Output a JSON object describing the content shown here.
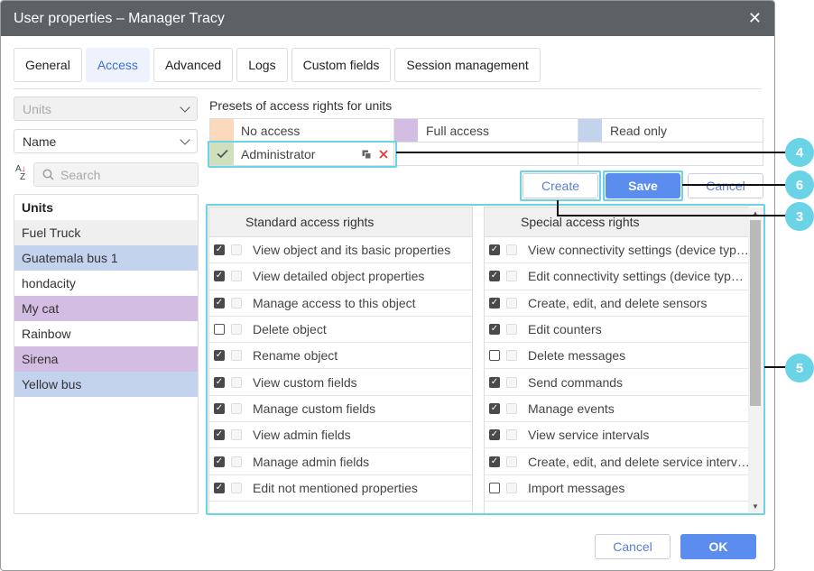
{
  "dialog": {
    "title": "User properties – Manager Tracy",
    "close_glyph": "✕"
  },
  "tabs": [
    "General",
    "Access",
    "Advanced",
    "Logs",
    "Custom fields",
    "Session management"
  ],
  "active_tab": "Access",
  "left": {
    "type_select": "Units",
    "sort_select": "Name",
    "sort_icon_top": "A",
    "sort_icon_bottom": "Z",
    "search_placeholder": "Search",
    "list_header": "Units",
    "units": [
      {
        "name": "Fuel Truck",
        "color": "#efefef"
      },
      {
        "name": "Guatemala bus 1",
        "color": "#c3d3ee"
      },
      {
        "name": "hondacity",
        "color": "#ffffff"
      },
      {
        "name": "My cat",
        "color": "#d4bde2"
      },
      {
        "name": "Rainbow",
        "color": "#ffffff"
      },
      {
        "name": "Sirena",
        "color": "#d4bde2"
      },
      {
        "name": "Yellow bus",
        "color": "#c3d3ee"
      }
    ]
  },
  "presets": {
    "label": "Presets of access rights for units",
    "items": [
      {
        "name": "No access",
        "color": "#fbd9bd"
      },
      {
        "name": "Full access",
        "color": "#d4bde2"
      },
      {
        "name": "Read only",
        "color": "#c3d3ee"
      },
      {
        "name": "Administrator",
        "color": "#cfe0bd"
      }
    ],
    "copy_icon": "copy-icon",
    "delete_icon": "delete-icon"
  },
  "buttons": {
    "create": "Create",
    "save": "Save",
    "cancel_top": "Cancel",
    "cancel": "Cancel",
    "ok": "OK"
  },
  "callouts": [
    "4",
    "6",
    "3",
    "5"
  ],
  "standard": {
    "header": "Standard access rights",
    "rows": [
      {
        "label": "View object and its basic properties",
        "checked": true
      },
      {
        "label": "View detailed object properties",
        "checked": true
      },
      {
        "label": "Manage access to this object",
        "checked": true
      },
      {
        "label": "Delete object",
        "checked": false
      },
      {
        "label": "Rename object",
        "checked": true
      },
      {
        "label": "View custom fields",
        "checked": true
      },
      {
        "label": "Manage custom fields",
        "checked": true
      },
      {
        "label": "View admin fields",
        "checked": true
      },
      {
        "label": "Manage admin fields",
        "checked": true
      },
      {
        "label": "Edit not mentioned properties",
        "checked": true
      }
    ]
  },
  "special": {
    "header": "Special access rights",
    "rows": [
      {
        "label": "View connectivity settings (device typ…",
        "checked": true
      },
      {
        "label": "Edit connectivity settings (device typ…",
        "checked": true
      },
      {
        "label": "Create, edit, and delete sensors",
        "checked": true
      },
      {
        "label": "Edit counters",
        "checked": true
      },
      {
        "label": "Delete messages",
        "checked": false
      },
      {
        "label": "Send commands",
        "checked": true
      },
      {
        "label": "Manage events",
        "checked": true
      },
      {
        "label": "View service intervals",
        "checked": true
      },
      {
        "label": "Create, edit, and delete service interv…",
        "checked": true
      },
      {
        "label": "Import messages",
        "checked": false
      }
    ]
  }
}
